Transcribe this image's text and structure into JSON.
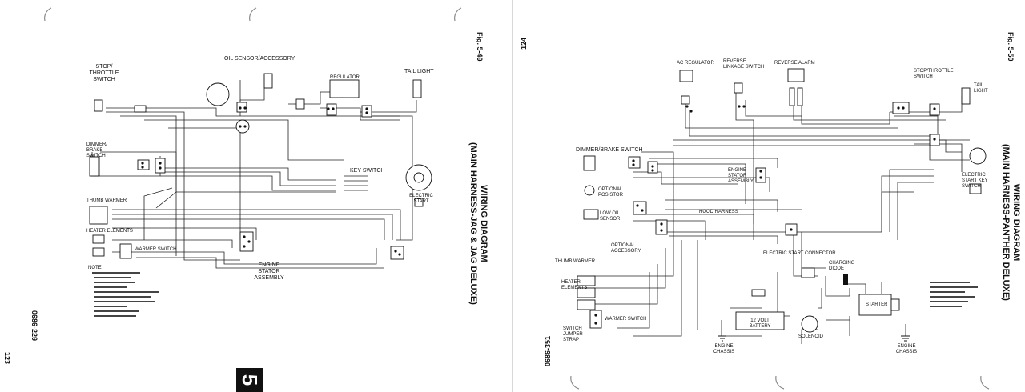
{
  "left_page": {
    "figure_label": "Fig. 5-49",
    "title_line1": "WIRING DIAGRAM",
    "title_line2": "(MAIN HARNESS-JAG & JAG DELUXE)",
    "page_number": "123",
    "doc_code": "0686-229",
    "section_tab": "5",
    "labels": {
      "stop_throttle_switch": "STOP/ THROTTLE SWITCH",
      "oil_sensor_accessory": "OIL SENSOR/ACCESSORY",
      "tail_light": "TAIL LIGHT",
      "key_switch": "KEY SWITCH",
      "engine_stator_assembly": "ENGINE STATOR ASSEMBLY",
      "dimmer_brake_switch": "DIMMER/ BRAKE SWITCH",
      "warmer_switch": "WARMER SWITCH",
      "thumb_warmer": "THUMB WARMER",
      "heater_elements": "HEATER ELEMENTS",
      "regulator": "REGULATOR",
      "electric_start": "ELECTRIC START",
      "notes": "NOTE:"
    }
  },
  "right_page": {
    "figure_label": "Fig. 5-50",
    "title_line1": "WIRING DIAGRAM",
    "title_line2": "(MAIN HARNESS-PANTHER DELUXE)",
    "page_number": "124",
    "doc_code": "0686-351",
    "labels": {
      "ac_regulator": "AC REGULATOR",
      "reverse_linkage_switch": "REVERSE LINKAGE SWITCH",
      "reverse_alarm": "REVERSE ALARM",
      "stop_throttle_switch": "STOP/THROTTLE SWITCH",
      "tail_light": "TAIL LIGHT",
      "dimmer_brake_switch": "DIMMER/BRAKE SWITCH",
      "optional_posistor": "OPTIONAL POSISTOR",
      "low_oil_sensor": "LOW OIL SENSOR",
      "optional_accessory": "OPTIONAL ACCESSORY",
      "engine_stator_assembly": "ENGINE STATOR ASSEMBLY",
      "hood_harness": "HOOD HARNESS",
      "electric_start_connector": "ELECTRIC START CONNECTOR",
      "charging_diode": "CHARGING DIODE",
      "electric_start_key_switch": "ELECTRIC START KEY SWITCH",
      "thumb_warmer": "THUMB WARMER",
      "heater_elements": "HEATER ELEMENTS",
      "warmer_switch": "WARMER SWITCH",
      "switch_jumper_strap": "SWITCH JUMPER STRAP",
      "twelve_volt_battery": "12 VOLT BATTERY",
      "solenoid": "SOLENOID",
      "starter": "STARTER",
      "engine_chassis_left": "ENGINE CHASSIS",
      "engine_chassis_right": "ENGINE CHASSIS"
    }
  }
}
